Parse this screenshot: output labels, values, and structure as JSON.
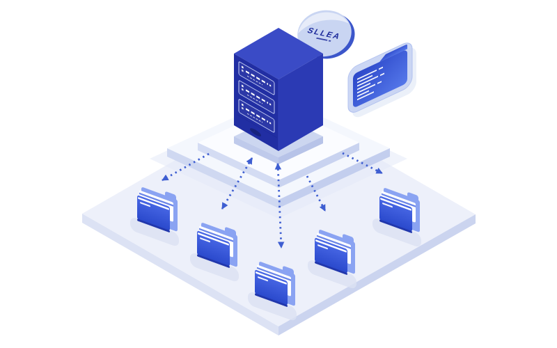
{
  "scene": {
    "background_color": "#ffffff",
    "disc": {
      "icon": "data-disc-icon",
      "label": "SLLEA"
    },
    "server": {
      "icon": "server-tower-icon",
      "rack_units": 3,
      "leds_per_unit": 2
    },
    "document_card": {
      "icon": "folder-document-icon",
      "text_line_count": 7
    },
    "folders": [
      {
        "id": "folder-1",
        "icon": "folder-icon"
      },
      {
        "id": "folder-2",
        "icon": "folder-icon"
      },
      {
        "id": "folder-3",
        "icon": "folder-icon"
      },
      {
        "id": "folder-4",
        "icon": "folder-icon"
      },
      {
        "id": "folder-5",
        "icon": "folder-icon"
      }
    ],
    "arrows": [
      {
        "id": "arrow-1",
        "from": "server-platform",
        "to": "folder-1",
        "style": "dotted",
        "direction": "down-left",
        "bidirectional": false
      },
      {
        "id": "arrow-2",
        "from": "server-platform",
        "to": "folder-2",
        "style": "dotted",
        "direction": "down-left",
        "bidirectional": true
      },
      {
        "id": "arrow-3",
        "from": "server-platform",
        "to": "folder-3",
        "style": "dotted",
        "direction": "down",
        "bidirectional": true
      },
      {
        "id": "arrow-4",
        "from": "server-platform",
        "to": "folder-4",
        "style": "dotted",
        "direction": "down-right",
        "bidirectional": false
      },
      {
        "id": "arrow-5",
        "from": "server-platform",
        "to": "folder-5",
        "style": "dotted",
        "direction": "down-right",
        "bidirectional": false
      }
    ],
    "colors": {
      "server_top": "#3A4BC6",
      "server_left": "#212EA3",
      "server_right": "#2B3AB4",
      "server_vent": "#18237D",
      "server_panel_stroke": "#C7D0F5",
      "pad_top": "#CCD6F0",
      "pad_side_left": "#BFCAEB",
      "pad_side_right": "#B7C3E8",
      "slab_mid_top": "#FBFCFF",
      "slab_mid_side_left": "#D4DCF3",
      "slab_mid_side_right": "#C9D3F0",
      "slab_low_top": "#F4F7FD",
      "slab_low_side_left": "#CFD8F1",
      "slab_low_side_right": "#C3CEEE",
      "floor_top": "#EDF0FA",
      "floor_side_left": "#DCE2F4",
      "floor_side_right": "#CBD4EF",
      "ambient": "#E4E9F7",
      "folder_front_light": "#4A69E6",
      "folder_front_dark": "#2A49CC",
      "folder_back": "#8AA3F2",
      "folder_base": "#2137AC",
      "paper_stripe": "#5B79E6",
      "shadow": "#DBE1F3",
      "arrow": "#3E5ED1",
      "disc_face": "#C9D5F2",
      "disc_rim": "#3C56CA",
      "disc_text": "#1D2A9B",
      "card_frame": "#C6D2F3",
      "card_frame_stroke": "#A9BBEE",
      "card_shadow": "#E3E9F7",
      "card_folder_light": "#5578EA",
      "card_folder_dark": "#2B46C8"
    }
  }
}
